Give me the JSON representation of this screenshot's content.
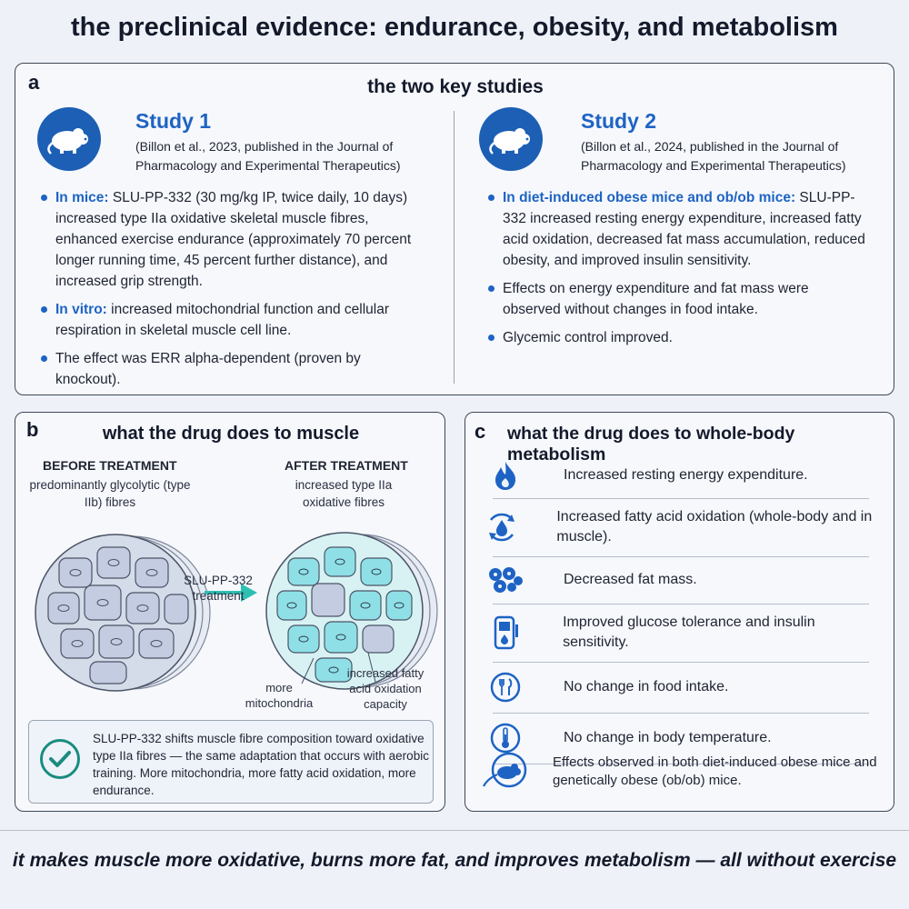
{
  "title": "the preclinical evidence: endurance, obesity, and metabolism",
  "panel_a": {
    "letter": "a",
    "title": "the two key studies",
    "study1": {
      "title": "Study 1",
      "citation": "(Billon et al., 2023, published in the Journal of Pharmacology and Experimental Therapeutics)",
      "bullets": [
        {
          "label": "In mice:",
          "text": "SLU-PP-332 (30 mg/kg IP, twice daily, 10 days) increased type IIa oxidative skeletal muscle fibres, enhanced exercise endurance (approximately 70 percent longer running time, 45 percent further distance), and increased grip strength."
        },
        {
          "label": "In vitro:",
          "text": "increased mitochondrial function and cellular respiration in skeletal muscle cell line."
        },
        {
          "label": "",
          "text": "The effect was ERR alpha-dependent (proven by knockout)."
        }
      ]
    },
    "study2": {
      "title": "Study 2",
      "citation": "(Billon et al., 2024, published in the Journal of Pharmacology and Experimental Therapeutics)",
      "bullets": [
        {
          "label": "In diet-induced obese mice and ob/ob mice:",
          "text": "SLU-PP-332 increased resting energy expenditure, increased fatty acid oxidation, decreased fat mass accumulation, reduced obesity, and improved insulin sensitivity."
        },
        {
          "label": "",
          "text": "Effects on energy expenditure and fat mass were observed without changes in food intake."
        },
        {
          "label": "",
          "text": "Glycemic control improved."
        }
      ]
    }
  },
  "panel_b": {
    "letter": "b",
    "title": "what the drug does to muscle",
    "before_label": "BEFORE TREATMENT",
    "before_sub": "predominantly glycolytic (type IIb) fibres",
    "after_label": "AFTER TREATMENT",
    "after_sub": "increased type IIa oxidative fibres",
    "arrow_label": "SLU-PP-332 treatment",
    "annotation_mito": "more mitochondria",
    "annotation_fao": "increased fatty acid oxidation capacity",
    "summary": "SLU-PP-332 shifts muscle fibre composition toward oxidative type IIa fibres — the same adaptation that occurs with aerobic training. More mitochondria, more fatty acid oxidation, more endurance."
  },
  "panel_c": {
    "letter": "c",
    "title": "what the drug does to whole-body metabolism",
    "items": [
      {
        "icon": "flame-icon",
        "text": "Increased resting energy expenditure."
      },
      {
        "icon": "drop-cycle-icon",
        "text": "Increased fatty acid oxidation (whole-body and in muscle)."
      },
      {
        "icon": "fat-cells-icon",
        "text": "Decreased fat mass."
      },
      {
        "icon": "glucose-meter-icon",
        "text": "Improved glucose tolerance and insulin sensitivity."
      },
      {
        "icon": "fork-knife-icon",
        "text": "No change in food intake."
      },
      {
        "icon": "thermometer-icon",
        "text": "No change in body temperature."
      },
      {
        "icon": "mouse-icon",
        "text": "Effects observed in both diet-induced obese mice and genetically obese (ob/ob) mice."
      }
    ]
  },
  "colors": {
    "accent": "#1e63c4",
    "teal": "#2ebfb3",
    "oxidative_fibre": "#8fe0e6",
    "glycolytic_fibre": "#c9d2e4"
  },
  "footer": "it makes muscle more oxidative, burns more fat, and improves metabolism — all without exercise"
}
